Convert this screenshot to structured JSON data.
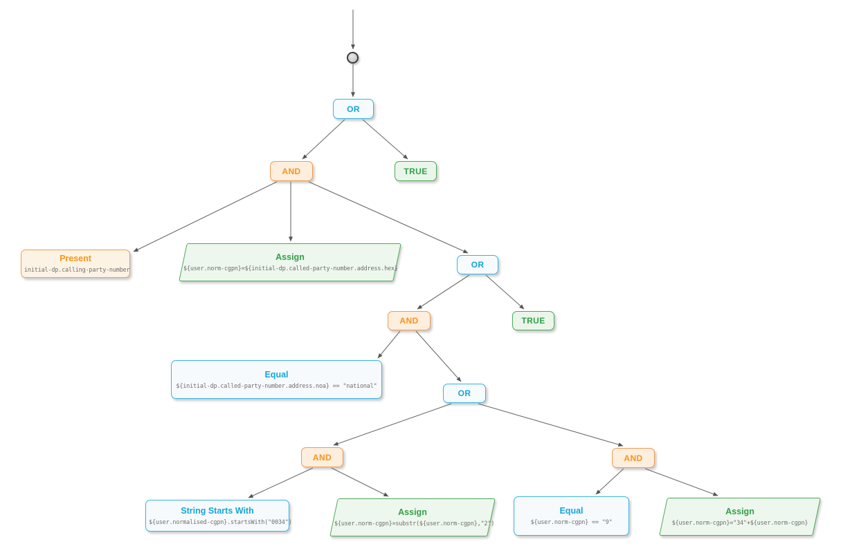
{
  "diagram": {
    "background": "#ffffff",
    "colors": {
      "or_accent": "#14a6da",
      "and_accent": "#f7941e",
      "true_accent": "#33a04a",
      "assign_accent": "#33a04a",
      "condition_accent": "#14a6da",
      "present_accent": "#f7941e",
      "expression_text": "#6e6e6e",
      "edge": "#666666"
    },
    "nodes": {
      "or1": {
        "label": "OR"
      },
      "and1": {
        "label": "AND"
      },
      "true1": {
        "label": "TRUE"
      },
      "present1": {
        "label": "Present",
        "expression": "initial-dp.calling-party-number"
      },
      "assign1": {
        "label": "Assign",
        "expression": "${user.norm-cgpn}=${initial-dp.called-party-number.address.hex}"
      },
      "or2": {
        "label": "OR"
      },
      "and2": {
        "label": "AND"
      },
      "true2": {
        "label": "TRUE"
      },
      "equal1": {
        "label": "Equal",
        "expression": "${initial-dp.called-party-number.address.noa} == \"national\""
      },
      "or3": {
        "label": "OR"
      },
      "and3": {
        "label": "AND"
      },
      "and4": {
        "label": "AND"
      },
      "starts_with1": {
        "label": "String Starts With",
        "expression": "${user.normalised-cgpn}.startsWith(\"0034\")"
      },
      "assign2": {
        "label": "Assign",
        "expression": "${user.norm-cgpn}=substr(${user.norm-cgpn},\"2\")"
      },
      "equal2": {
        "label": "Equal",
        "expression": "${user.norm-cgpn} == \"9\""
      },
      "assign3": {
        "label": "Assign",
        "expression": "${user.norm-cgpn}=\"34\"+${user.norm-cgpn}"
      }
    }
  }
}
